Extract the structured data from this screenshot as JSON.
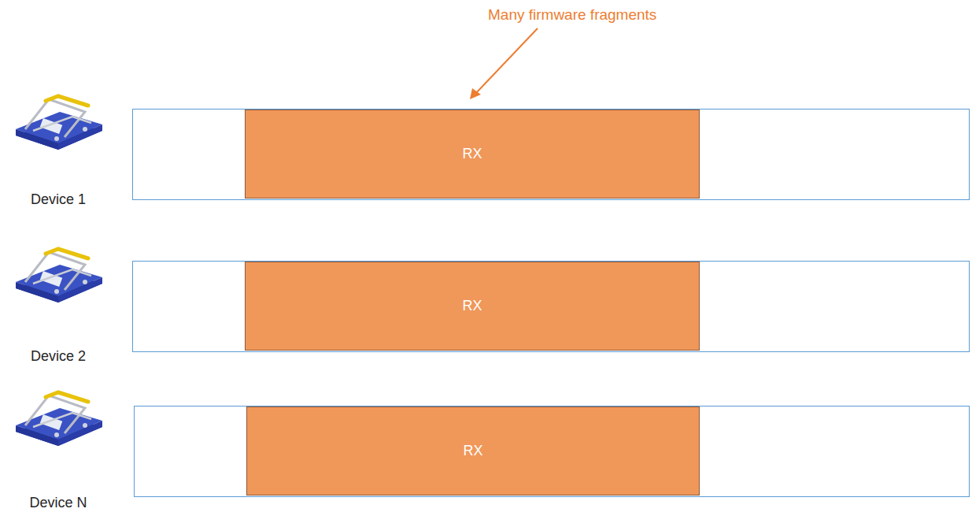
{
  "diagram": {
    "nodes": [
      {
        "text": [
          "Device 1"
        ]
      },
      {
        "text": [
          "RX"
        ],
        "in": 0
      },
      {
        "text": [
          "Device 2"
        ]
      },
      {
        "text": [
          "RX"
        ],
        "in": 2
      },
      {
        "text": [
          "Device N"
        ]
      },
      {
        "text": [
          "RX"
        ],
        "in": 4
      }
    ],
    "labels": [
      "Many firmware fragments"
    ]
  }
}
